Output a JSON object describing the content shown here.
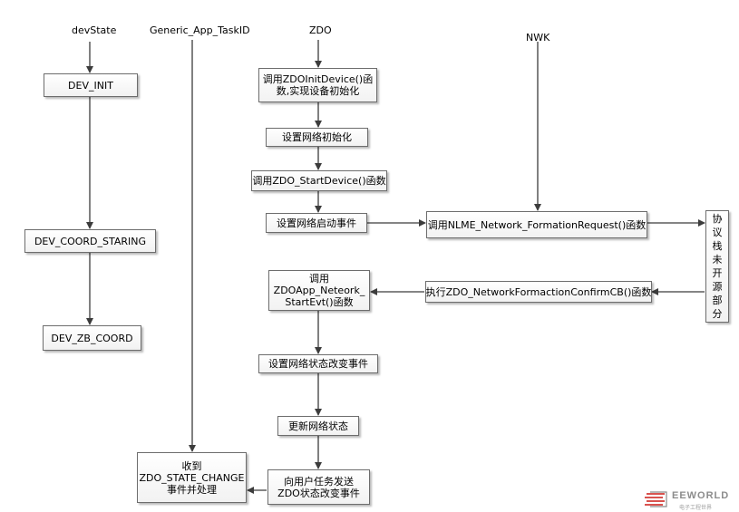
{
  "lanes": {
    "dev_state": "devState",
    "task_id": "Generic_App_TaskID",
    "zdo": "ZDO",
    "nwk": "NWK"
  },
  "dev_state_boxes": {
    "dev_init": "DEV_INIT",
    "dev_coord_staring": "DEV_COORD_STARING",
    "dev_zb_coord": "DEV_ZB_COORD"
  },
  "zdo_boxes": {
    "init_device": [
      "调用ZDOInitDevice()函",
      "数,实现设备初始化"
    ],
    "set_network_init": "设置网络初始化",
    "start_device": "调用ZDO_StartDevice()函数",
    "set_network_start_event": "设置网络启动事件",
    "startevt": [
      "调用",
      "ZDOApp_Neteork_",
      "StartEvt()函数"
    ],
    "set_state_change_event": "设置网络状态改变事件",
    "update_network_state": "更新网络状态",
    "send_state_change": [
      "向用户任务发送",
      "ZDO状态改变事件"
    ]
  },
  "nwk_boxes": {
    "formation_request": "调用NLME_Network_FormationRequest()函数",
    "formation_confirm": "执行ZDO_NetworkFormactionConfirmCB()函数",
    "open_source_note": [
      "协",
      "议",
      "栈",
      "未",
      "开",
      "源",
      "部",
      "分"
    ]
  },
  "task_boxes": {
    "receive_state_change": [
      "收到",
      "ZDO_STATE_CHANGE",
      "事件并处理"
    ]
  },
  "watermark": {
    "brand": "EEWORLD",
    "subtitle": "电子工程世界"
  },
  "colors": {
    "arrow": "#3c3c3c",
    "box_border": "#6d6d6d",
    "logo_red": "#d9534f",
    "logo_gray": "#8c8c8c"
  }
}
